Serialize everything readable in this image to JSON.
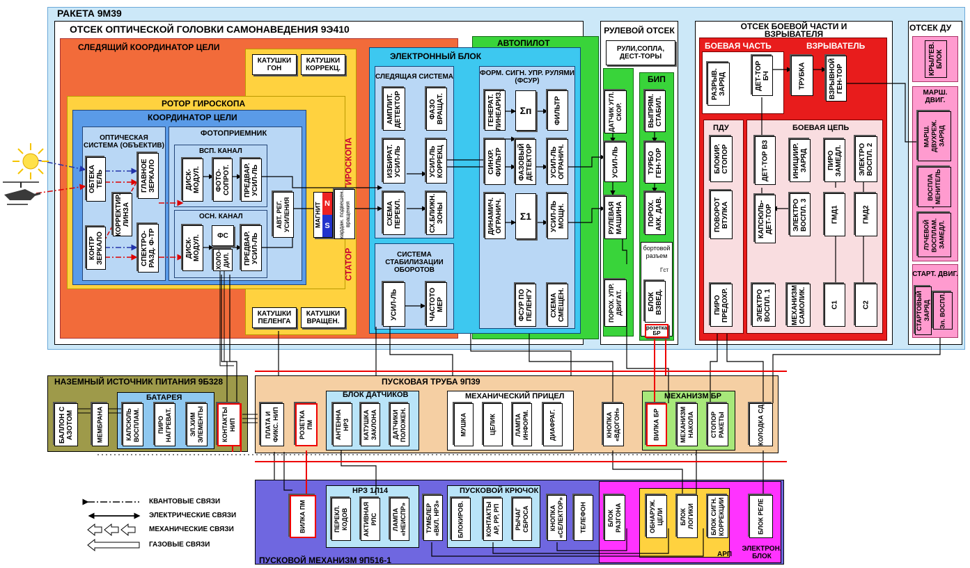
{
  "title": "РАКЕТА 9М39",
  "colors": {
    "frame_outer": "#cce8f8",
    "orange": "#f26b3a",
    "gold": "#ffd23f",
    "blue": "#5a9be8",
    "lightblue": "#b9d7f5",
    "cyan": "#3dc8f0",
    "green": "#39d43a",
    "red": "#e81c1c",
    "pink": "#ff9bcf",
    "beige": "#f5cfa3",
    "olive": "#9e9a4a",
    "purple": "#6f67e0",
    "magenta": "#ff33ff",
    "lime": "#a7e87a"
  },
  "compartments": {
    "optical_head": "ОТСЕК ОПТИЧЕСКОЙ ГОЛОВКИ САМОНАВЕДЕНИЯ 9Э410",
    "tracking_coordinator": "СЛЕДЯЩИЙ КООРДИНАТОР ЦЕЛИ",
    "gyro_rotor": "РОТОР ГИРОСКОПА",
    "target_coordinator": "КООРДИНАТОР ЦЕЛИ",
    "gyroscope": "ГИРОСКОПА",
    "stator": "СТАТОР",
    "electronic_block": "ЭЛЕКТРОННЫЙ    БЛОК",
    "autopilot": "АВТОПИЛОТ",
    "steering": "РУЛЕВОЙ ОТСЕК",
    "warhead_comp": "ОТСЕК БОЕВОЙ ЧАСТИ И ВЗРЫВАТЕЛЯ",
    "du_comp": "ОТСЕК ДУ",
    "ground_power": "НАЗЕМНЫЙ ИСТОЧНИК ПИТАНИЯ 9Б328",
    "launch_tube": "ПУСКОВАЯ ТРУБА 9П39",
    "launch_mech": "ПУСКОВОЙ МЕХАНИЗМ 9П516-1"
  },
  "groups": {
    "optical_system": "ОПТИЧЕСКАЯ СИСТЕМА (ОБЪЕКТИВ)",
    "photoreceiver": "ФОТОПРИЕМНИК",
    "aux_channel": "ВСП. КАНАЛ",
    "main_channel": "ОСН. КАНАЛ",
    "tracking_system": "СЛЕДЯЩАЯ СИСТЕМА",
    "speed_stab": "СИСТЕМА СТАБИЛИЗАЦИИ ОБОРОТОВ",
    "fsur": "ФОРМ. СИГН. УПР. РУЛЯМИ (ФСУР)",
    "bip": "БИП",
    "board_connector": "бортовой разъем",
    "warhead": "БОЕВАЯ ЧАСТЬ",
    "fuze": "ВЗРЫВАТЕЛЬ",
    "pdu": "ПДУ",
    "combat_chain": "БОЕВАЯ ЦЕПЬ",
    "march_engine": "МАРШ. ДВИГ.",
    "start_engine": "СТАРТ. ДВИГ.",
    "battery": "БАТАРЕЯ",
    "sensor_block": "БЛОК ДАТЧИКОВ",
    "mech_sight": "МЕХАНИЧЕСКИЙ ПРИЦЕЛ",
    "mech_br": "МЕХАНИЗМ БР",
    "nrz": "НРЗ 1Л14",
    "trigger": "ПУСКОВОЙ КРЮЧОК",
    "arp": "АРП",
    "electron_block": "ЭЛЕКТРОН. БЛОК"
  },
  "blocks": {
    "katushki_gon": "КАТУШКИ ГОН",
    "katushki_korr": "КАТУШКИ КОРРЕКЦ.",
    "katushki_peleng": "КАТУШКИ ПЕЛЕНГА",
    "katushki_vrasch": "КАТУШКИ ВРАЩЕН.",
    "obtekatel": "ОБТЕКА ТЕЛЬ",
    "korr_linza": "КОРРЕКТИР. ЛИНЗА",
    "glav_zerkalo": "ГЛАВНОЕ ЗЕРКАЛО",
    "kontr_zerkalo": "КОНТР ЗЕРКАЛО",
    "spektr_filtr": "СПЕКТРО- РАЗД. Ф-ТР",
    "disk_mod1": "ДИСК- МОДУЛ.",
    "foto_sopr": "ФОТО- СОПРОТ.",
    "predv_us1": "ПРЕДВАР. УСИЛ-ЛЬ",
    "disk_mod2": "ДИСК- МОДУЛ.",
    "fs": "ФС",
    "holodil": "ХОЛО- ДИЛ.",
    "predv_us2": "ПРЕДВАР. УСИЛ-ЛЬ",
    "avt_reg": "АВТ. РЕГ. УСИЛЕНИЯ",
    "magnit": "МАГНИТ",
    "magnit_n": "N",
    "magnit_s": "S",
    "kardan": "кардан. подвешен. вращения",
    "ampl_det": "АМПЛИТ. ДЕТЕКТОР",
    "fazo_vr": "ФАЗО ВРАЩАТ.",
    "izbir_us": "ИЗБИРАТ. УСИЛ-ЛЬ",
    "us_korr": "УСИЛ-ЛЬ КОРРЕКЦ",
    "shema_perekl": "СХЕМА ПЕРЕКЛ.",
    "sh_blizh": "СХ.БЛИЖН. ЗОНЫ",
    "us_stab": "УСИЛ-ЛЬ",
    "chastotomer": "ЧАСТОТО МЕР",
    "gen_lin": "ГЕНЕРАТ. ЛИНЕАРИЗ.",
    "sigma_p": "Σп",
    "filtr1": "ФИЛЬТР",
    "sinhr_filtr": "СИНХР. ФИЛЬТР",
    "faz_det": "ФАЗОВЫЙ ДЕТЕКТОР",
    "us_ogr": "УСИЛ-ЛЬ ОГРАНИЧ.",
    "din_ogr": "ДИНАМИЧ. ОГРАНИЧ.",
    "sigma_1": "Σ1",
    "us_mosch": "УСИЛ-ЛЬ МОЩН.",
    "fsur_peleng": "ФСУР ПО ПЕЛЕНГУ",
    "shema_smesch": "СХЕМА СМЕЩЕН.",
    "datchik_ugl": "ДАТЧИК УГЛ. СКОР.",
    "us_rul": "УСИЛ-ЛЬ",
    "rul_mash": "РУЛЕВАЯ МАШИНА",
    "porox_upr": "ПОРОХ. УПР. ДВИГАТ.",
    "ruli": "РУЛИ,СОПЛА, ДЕСТ-ТОРЫ",
    "vypr_stab": "ВЫПРЯМ. СТАБИЛ.",
    "turbo_gen": "ТУРБО ГЕН-ТОР",
    "porox_akk": "ПОРОХ. АКК. ДАВ.",
    "blok_vzved": "БЛОК ВЗВЕД.",
    "rozetka_br": "розетка БР",
    "razr_zaryad": "РАЗРЫВ. ЗАРЯД",
    "det_bch": "ДЕТ-ТОР БЧ",
    "trubka": "ТРУБКА",
    "vzryv_gen": "ВЗРЫВНОЙ ГЕН-ТОР",
    "blokir_stopor": "БЛОКИР. СТОПОР",
    "povorot_vtulka": "ПОВОРОТ ВТУЛКА",
    "piro_predohr": "ПИРО ПРЕДОХР.",
    "det_vz": "ДЕТ-ТОР ВЗ",
    "kapsul_det": "КАПСЮЛЬ- ДЕТ-ТОР",
    "elektro_v1": "ЭЛЕКТРО ВОСПЛ. 1",
    "iniciir_zaryad": "ИНИЦИИР. ЗАРЯД",
    "elektro_v3": "ЭЛЕКТРО ВОСПЛ. 3",
    "mech_samolik": "МЕХАНИЗМ САМОЛИК.",
    "piro_zamedl": "ПИРО ЗАМЕДЛ.",
    "gmd1": "ГМД1",
    "c1": "С1",
    "elektro_v2": "ЭЛЕКТРО ВОСПЛ. 2",
    "gmd2": "ГМД2",
    "c2": "С2",
    "kryl_blok": "КРЫЛ'ЕВ. БЛОК",
    "marsh_zaryad": "МАРШ. ДВУХРЕЖ. ЗАРЯД",
    "vosplamenitel": "ВОСПЛА МЕНИТЕЛЬ",
    "luch_zamedl": "ЛУЧЕВОЙ ВОСПЛАМ. ЗАМЕДЛ.",
    "start_zaryad": "СТАРТОВЫЙ ЗАРЯД",
    "el_vospl": "Эл. ВОСПЛ.",
    "ballon": "БАЛЛОН С АЗОТОМ",
    "membrana": "МЕМБРАНА",
    "kapsul_vospl": "КАПСЮЛЬ ВОСПЛАМ.",
    "piro_nagr": "ПИРО НАГРЕВАТ.",
    "el_him": "ЭЛ.ХИМ ЭЛЕМЕНТЫ",
    "kontakty_nip": "КОНТАКТЫ НИП",
    "plata_fiks": "ПЛАТА И ФИКС. НИП",
    "rozetka_pm": "РОЗЕТКА ПМ",
    "antenna_nrz": "АНТЕННА НРЗ",
    "katushka_zakl": "КАТУШКА ЗАКЛОНА",
    "datchik_pol": "ДАТЧИКИ ПОЛОЖЕН.",
    "mushka": "МУШКА",
    "celik": "ЦЕЛИК",
    "lampa_inf": "ЛАМПА ИНФОРМ.",
    "diafrag": "ДИАФРАГ.",
    "knopka_vdogon": "КНОПКА «ВДОГОН»",
    "vilka_br": "ВИЛКА БР",
    "mech_nakola": "МЕХАНИЗМ НАКОЛА",
    "stopor_raket": "СТОПОР РАКЕТЫ",
    "kolodka_sd": "КОЛОДКА СД",
    "vilka_pm": "ВИЛКА ПМ",
    "perekl_kodov": "ПЕРЕКЛ. КОДОВ",
    "aktiv_rls": "АКТИВНАЯ РЛС",
    "lampa_neispr": "ЛАМПА «НЕИСПР»",
    "tumbler": "ТУМБЛЕР «ВКЛ. НРЗ»",
    "blokirov": "БЛОКИРОВ.",
    "kontakty_ar": "КОНТАКТЫ АР, РР, РП",
    "rychag_sbrosa": "РЫЧАГ СБРОСА",
    "knopka_selektor": "КНОПКА «СЕЛЕКТОР»",
    "telefon": "ТЕЛЕФОН",
    "blok_razgona": "БЛОК РАЗГОНА",
    "obnaruzh": "ОБНАРУЖ. ЦЕЛИ",
    "blok_logiki": "БЛОК ЛОГИКИ",
    "blok_sign_korr": "БЛОК СИГН. КОРРЕКЦИИ",
    "blok_rele": "БЛОК РЕЛЕ",
    "ust": "Гст"
  },
  "legend": [
    {
      "label": "КВАНТОВЫЕ СВЯЗИ",
      "style": "dash-dot"
    },
    {
      "label": "ЭЛЕКТРИЧЕСКИЕ СВЯЗИ",
      "style": "solid-arrow"
    },
    {
      "label": "МЕХАНИЧЕСКИЕ СВЯЗИ",
      "style": "hollow-arrow"
    },
    {
      "label": "ГАЗОВЫЕ СВЯЗИ",
      "style": "double-line"
    }
  ]
}
